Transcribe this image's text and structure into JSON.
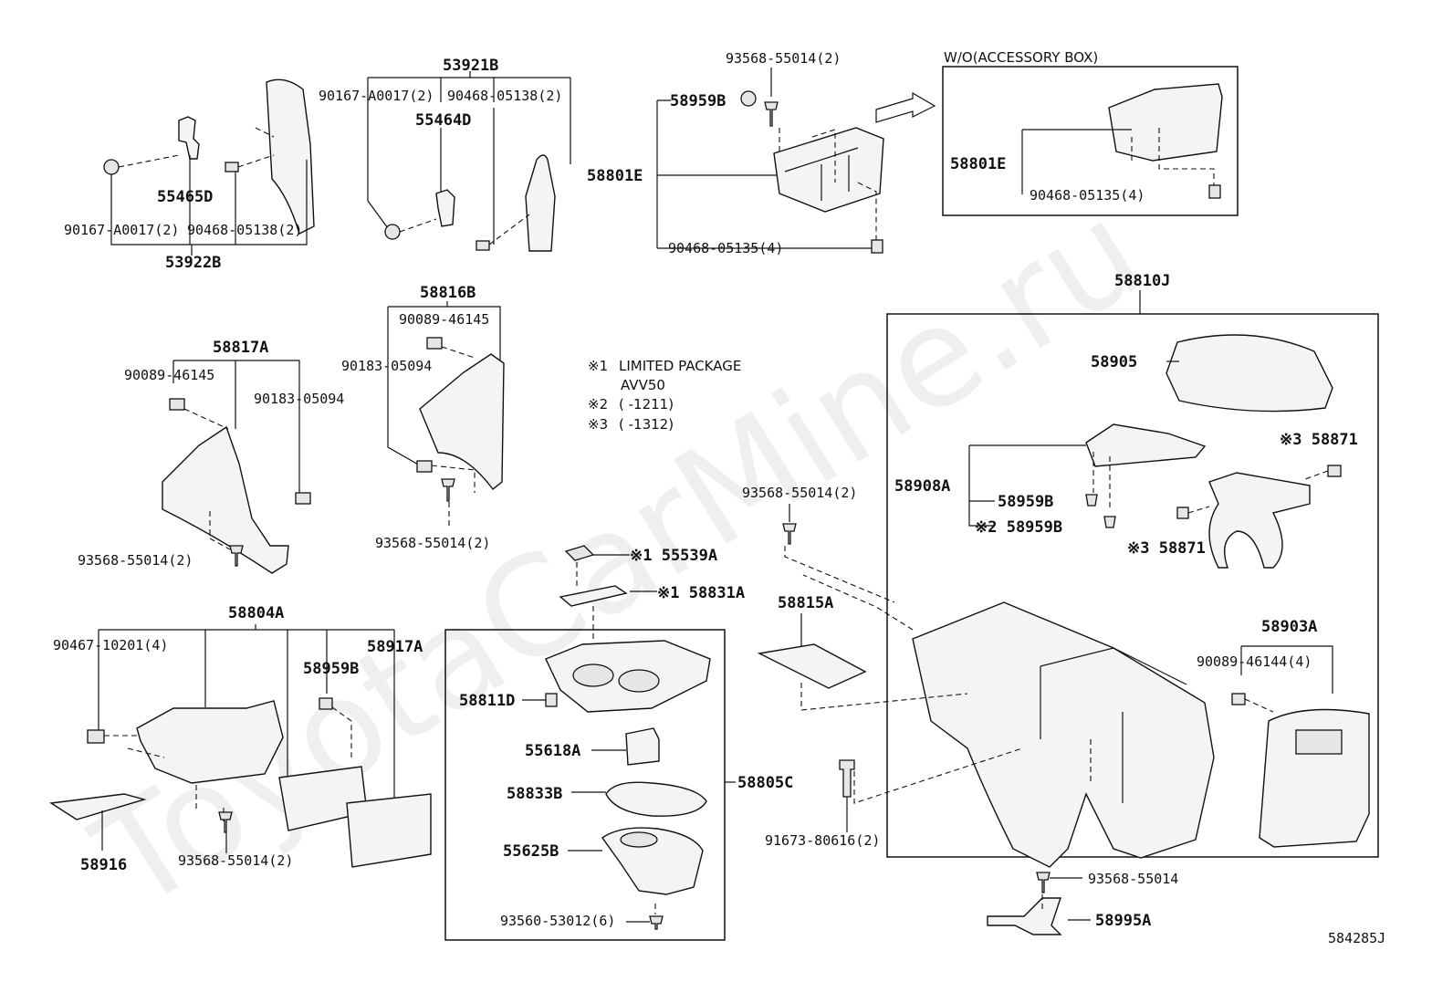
{
  "watermark": "ToyotaCarMine.ru",
  "diagram_id": "584285J",
  "box_label_wo": "W/O(ACCESSORY BOX)",
  "notes": {
    "n1_mark": "※1",
    "n1_text": "LIMITED PACKAGE",
    "n1_sub": "AVV50",
    "n2_mark": "※2",
    "n2_text": "(      -1211)",
    "n3_mark": "※3",
    "n3_text": "(      -1312)"
  },
  "labels": {
    "p53921B": "53921B",
    "p90167_a": "90167-A0017(2)",
    "p90468_a": "90468-05138(2)",
    "p55464D": "55464D",
    "p55465D": "55465D",
    "p90167_b": "90167-A0017(2)",
    "p90468_b": "90468-05138(2)",
    "p53922B": "53922B",
    "p93568_top": "93568-55014(2)",
    "p58959B_top": "58959B",
    "p58801E": "58801E",
    "p90468_05135": "90468-05135(4)",
    "p58801E_box": "58801E",
    "p90468_05135_box": "90468-05135(4)",
    "p58816B": "58816B",
    "p90089_a": "90089-46145",
    "p90183_a": "90183-05094",
    "p93568_b": "93568-55014(2)",
    "p58817A": "58817A",
    "p90089_b": "90089-46145",
    "p90183_b": "90183-05094",
    "p93568_c": "93568-55014(2)",
    "p58810J": "58810J",
    "p58905": "58905",
    "p58908A": "58908A",
    "p58959B_r1": "58959B",
    "p58959B_r2": "※2 58959B",
    "p58871_a": "※3 58871",
    "p58871_b": "※3 58871",
    "p93568_d": "93568-55014(2)",
    "p55539A": "※1 55539A",
    "p58831A": "※1 58831A",
    "p58815A": "58815A",
    "p58903A": "58903A",
    "p90089_46144": "90089-46144(4)",
    "p58804A": "58804A",
    "p90467": "90467-10201(4)",
    "p58959B_l": "58959B",
    "p58917A": "58917A",
    "p58916": "58916",
    "p93568_e": "93568-55014(2)",
    "p58811D": "58811D",
    "p55618A": "55618A",
    "p58833B": "58833B",
    "p55625B": "55625B",
    "p93560": "93560-53012(6)",
    "p58805C": "58805C",
    "p91673": "91673-80616(2)",
    "p93568_f": "93568-55014",
    "p58995A": "58995A"
  }
}
